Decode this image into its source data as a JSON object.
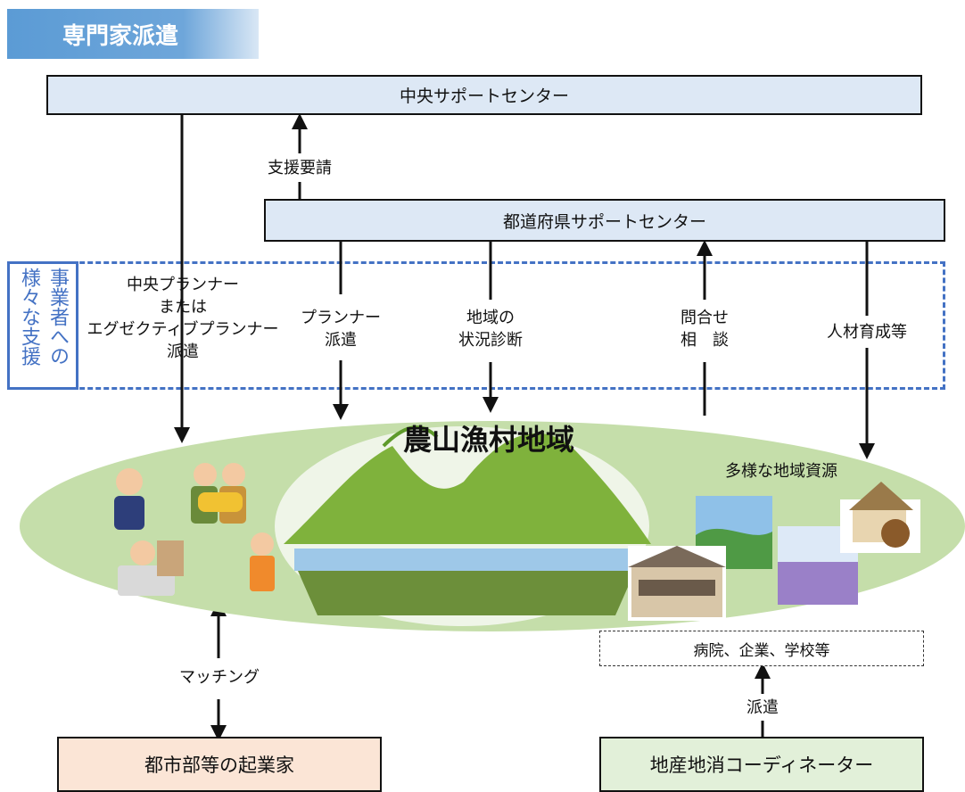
{
  "header": {
    "title": "専門家派遣"
  },
  "boxes": {
    "central": "中央サポートセンター",
    "prefectural": "都道府県サポートセンター",
    "hospitals": "病院、企業、学校等",
    "entrepreneurs": "都市部等の起業家",
    "coordinator": "地産地消コーディネーター"
  },
  "labels": {
    "support_request": "支援要請",
    "central_planner": [
      "中央プランナー",
      "または",
      "エグゼクティブプランナー",
      "派遣"
    ],
    "planner_dispatch": [
      "プランナー",
      "派遣"
    ],
    "diagnosis": [
      "地域の",
      "状況診断"
    ],
    "inquiry": [
      "問合せ",
      "相　談"
    ],
    "training": "人材育成等",
    "matching": "マッチング",
    "dispatch": "派遣",
    "region_title": "農山漁村地域",
    "resources": "多様な地域資源"
  },
  "side_label": {
    "text": [
      "事業者への",
      "様々な支援"
    ]
  },
  "colors": {
    "title_bg": "#5b9bd5",
    "box_blue": "#dde8f5",
    "box_peach": "#fbe5d6",
    "box_green": "#e2f0d9",
    "ellipse": "#c5deaa",
    "dashed_border": "#4472c4"
  }
}
